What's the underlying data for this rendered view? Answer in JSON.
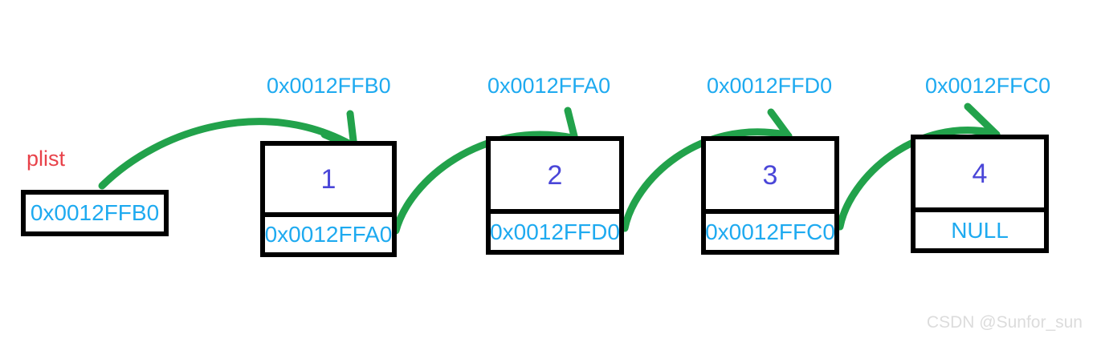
{
  "diagram": {
    "title": "singly-linked-list-memory-addresses",
    "colors": {
      "node_border": "#000000",
      "address_text": "#1eaaf0",
      "value_text": "#4a46d8",
      "head_label": "#e8424a",
      "arrow": "#22a24b",
      "background": "#ffffff",
      "watermark": "#dcdcdc"
    }
  },
  "head_pointer": {
    "label": "plist",
    "value": "0x0012FFB0"
  },
  "address_labels": [
    {
      "text": "0x0012FFB0"
    },
    {
      "text": "0x0012FFA0"
    },
    {
      "text": "0x0012FFD0"
    },
    {
      "text": "0x0012FFC0"
    }
  ],
  "nodes": [
    {
      "value": "1",
      "next": "0x0012FFA0",
      "address": "0x0012FFB0"
    },
    {
      "value": "2",
      "next": "0x0012FFD0",
      "address": "0x0012FFA0"
    },
    {
      "value": "3",
      "next": "0x0012FFC0",
      "address": "0x0012FFD0"
    },
    {
      "value": "4",
      "next": "NULL",
      "address": "0x0012FFC0"
    }
  ],
  "watermark": {
    "text": "CSDN @Sunfor_sun"
  }
}
